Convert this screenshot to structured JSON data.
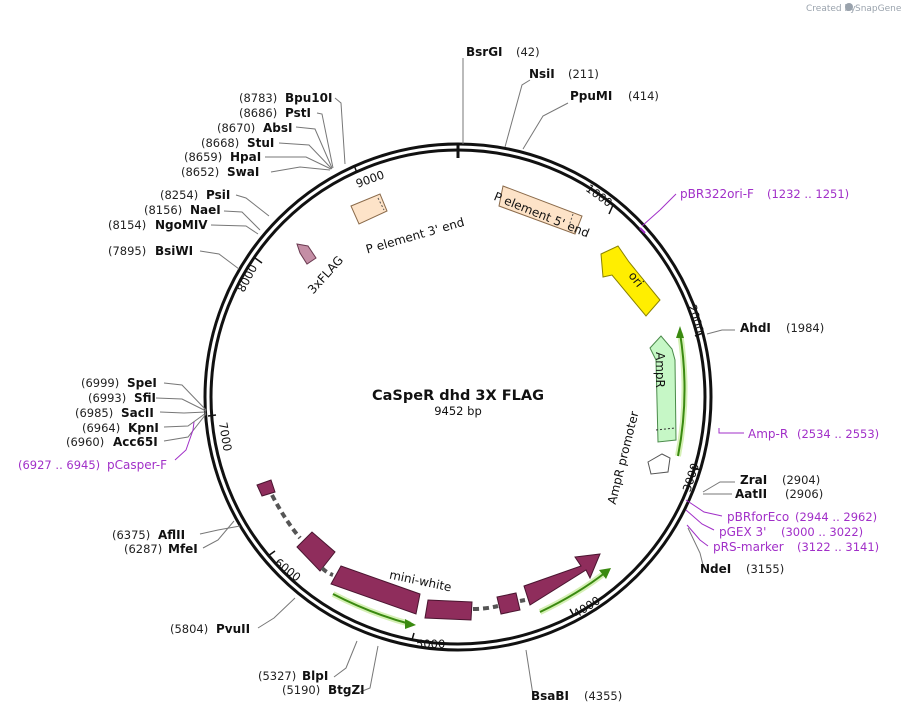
{
  "watermark": {
    "created_by": "Created by",
    "brand": "SnapGene"
  },
  "plasmid": {
    "name": "CaSpeR dhd 3X FLAG",
    "size_label": "9452 bp",
    "length": 9452
  },
  "ticks": [
    {
      "pos": 1000,
      "label": "1000"
    },
    {
      "pos": 2000,
      "label": "2000"
    },
    {
      "pos": 3000,
      "label": "3000"
    },
    {
      "pos": 4000,
      "label": "4000"
    },
    {
      "pos": 5000,
      "label": "5000"
    },
    {
      "pos": 6000,
      "label": "6000"
    },
    {
      "pos": 7000,
      "label": "7000"
    },
    {
      "pos": 8000,
      "label": "8000"
    },
    {
      "pos": 9000,
      "label": "9000"
    }
  ],
  "sites": [
    {
      "name": "BsrGI",
      "pos_label": "(42)",
      "pos": 42
    },
    {
      "name": "NsiI",
      "pos_label": "(211)",
      "pos": 211
    },
    {
      "name": "PpuMI",
      "pos_label": "(414)",
      "pos": 414
    },
    {
      "name": "AhdI",
      "pos_label": "(1984)",
      "pos": 1984
    },
    {
      "name": "ZraI",
      "pos_label": "(2904)",
      "pos": 2904
    },
    {
      "name": "AatII",
      "pos_label": "(2906)",
      "pos": 2906
    },
    {
      "name": "NdeI",
      "pos_label": "(3155)",
      "pos": 3155
    },
    {
      "name": "BsaBI",
      "pos_label": "(4355)",
      "pos": 4355
    },
    {
      "name": "BtgZI",
      "pos_label": "(5190)",
      "pos": 5190
    },
    {
      "name": "BlpI",
      "pos_label": "(5327)",
      "pos": 5327
    },
    {
      "name": "PvuII",
      "pos_label": "(5804)",
      "pos": 5804
    },
    {
      "name": "MfeI",
      "pos_label": "(6287)",
      "pos": 6287
    },
    {
      "name": "AflII",
      "pos_label": "(6375)",
      "pos": 6375
    },
    {
      "name": "Acc65I",
      "pos_label": "(6960)",
      "pos": 6960
    },
    {
      "name": "KpnI",
      "pos_label": "(6964)",
      "pos": 6964
    },
    {
      "name": "SacII",
      "pos_label": "(6985)",
      "pos": 6985
    },
    {
      "name": "SfiI",
      "pos_label": "(6993)",
      "pos": 6993
    },
    {
      "name": "SpeI",
      "pos_label": "(6999)",
      "pos": 6999
    },
    {
      "name": "BsiWI",
      "pos_label": "(7895)",
      "pos": 7895
    },
    {
      "name": "NgoMIV",
      "pos_label": "(8154)",
      "pos": 8154
    },
    {
      "name": "NaeI",
      "pos_label": "(8156)",
      "pos": 8156
    },
    {
      "name": "PsiI",
      "pos_label": "(8254)",
      "pos": 8254
    },
    {
      "name": "SwaI",
      "pos_label": "(8652)",
      "pos": 8652
    },
    {
      "name": "HpaI",
      "pos_label": "(8659)",
      "pos": 8659
    },
    {
      "name": "StuI",
      "pos_label": "(8668)",
      "pos": 8668
    },
    {
      "name": "AbsI",
      "pos_label": "(8670)",
      "pos": 8670
    },
    {
      "name": "PstI",
      "pos_label": "(8686)",
      "pos": 8686
    },
    {
      "name": "Bpu10I",
      "pos_label": "(8783)",
      "pos": 8783
    }
  ],
  "primers": [
    {
      "name": "pBR322ori-F",
      "range": "(1232 .. 1251)",
      "pos": 1232
    },
    {
      "name": "Amp-R",
      "range": "(2534 .. 2553)",
      "pos": 2534
    },
    {
      "name": "pBRforEco",
      "range": "(2944 .. 2962)",
      "pos": 2944
    },
    {
      "name": "pGEX 3'",
      "range": "(3000 .. 3022)",
      "pos": 3000
    },
    {
      "name": "pRS-marker",
      "range": "(3122 .. 3141)",
      "pos": 3122
    },
    {
      "name": "pCasper-F",
      "range": "(6927 .. 6945)",
      "pos": 6927
    }
  ],
  "features": [
    {
      "name": "P element 5' end",
      "color": "#fde3c8"
    },
    {
      "name": "P element 3' end",
      "color": "#fde3c8"
    },
    {
      "name": "ori",
      "color": "#ffee00"
    },
    {
      "name": "AmpR",
      "color": "#c6f7c6"
    },
    {
      "name": "AmpR promoter",
      "color": "#ffffff"
    },
    {
      "name": "3xFLAG",
      "color": "#c48ea5"
    },
    {
      "name": "mini-white",
      "color": "#8f2d5c"
    }
  ],
  "colors": {
    "backbone": "#111111",
    "primer": "#a12fc8",
    "orf": "#66bb22",
    "exon": "#8f2d5c"
  }
}
